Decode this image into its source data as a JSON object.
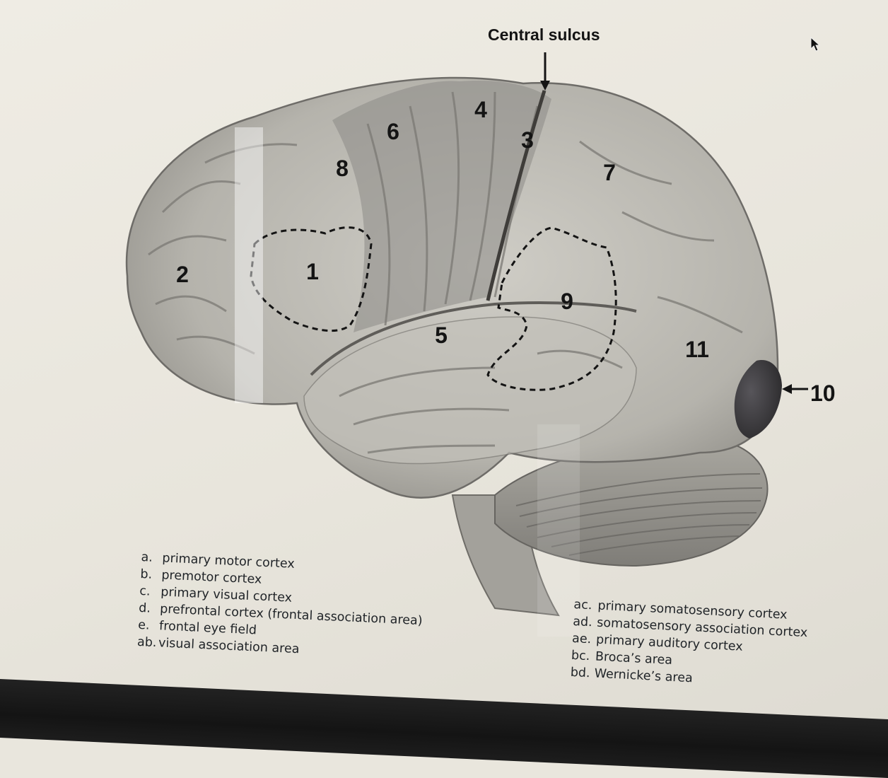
{
  "diagram": {
    "central_sulcus_label": "Central sulcus",
    "region_numbers": [
      {
        "id": "1",
        "label": "1"
      },
      {
        "id": "2",
        "label": "2"
      },
      {
        "id": "3",
        "label": "3"
      },
      {
        "id": "4",
        "label": "4"
      },
      {
        "id": "5",
        "label": "5"
      },
      {
        "id": "6",
        "label": "6"
      },
      {
        "id": "7",
        "label": "7"
      },
      {
        "id": "8",
        "label": "8"
      },
      {
        "id": "9",
        "label": "9"
      },
      {
        "id": "10",
        "label": "10"
      },
      {
        "id": "11",
        "label": "11"
      }
    ]
  },
  "legend_left": [
    {
      "code": "a.",
      "text": "primary motor cortex"
    },
    {
      "code": "b.",
      "text": "premotor cortex"
    },
    {
      "code": "c.",
      "text": "primary visual cortex"
    },
    {
      "code": "d.",
      "text": "prefrontal cortex (frontal association area)"
    },
    {
      "code": "e.",
      "text": "frontal eye field"
    },
    {
      "code": "ab.",
      "text": "visual association area"
    }
  ],
  "legend_right": [
    {
      "code": "ac.",
      "text": "primary somatosensory cortex"
    },
    {
      "code": "ad.",
      "text": "somatosensory association cortex"
    },
    {
      "code": "ae.",
      "text": "primary auditory cortex"
    },
    {
      "code": "bc.",
      "text": "Broca’s area"
    },
    {
      "code": "bd.",
      "text": "Wernicke’s area"
    }
  ],
  "colors": {
    "background": "#ebe8df",
    "brain_light": "#c9c7c0",
    "brain_mid": "#9c9a94",
    "brain_dark": "#6d6b67",
    "occipital_dark": "#3c3a3a",
    "text": "#141414",
    "bezel": "#181818"
  }
}
